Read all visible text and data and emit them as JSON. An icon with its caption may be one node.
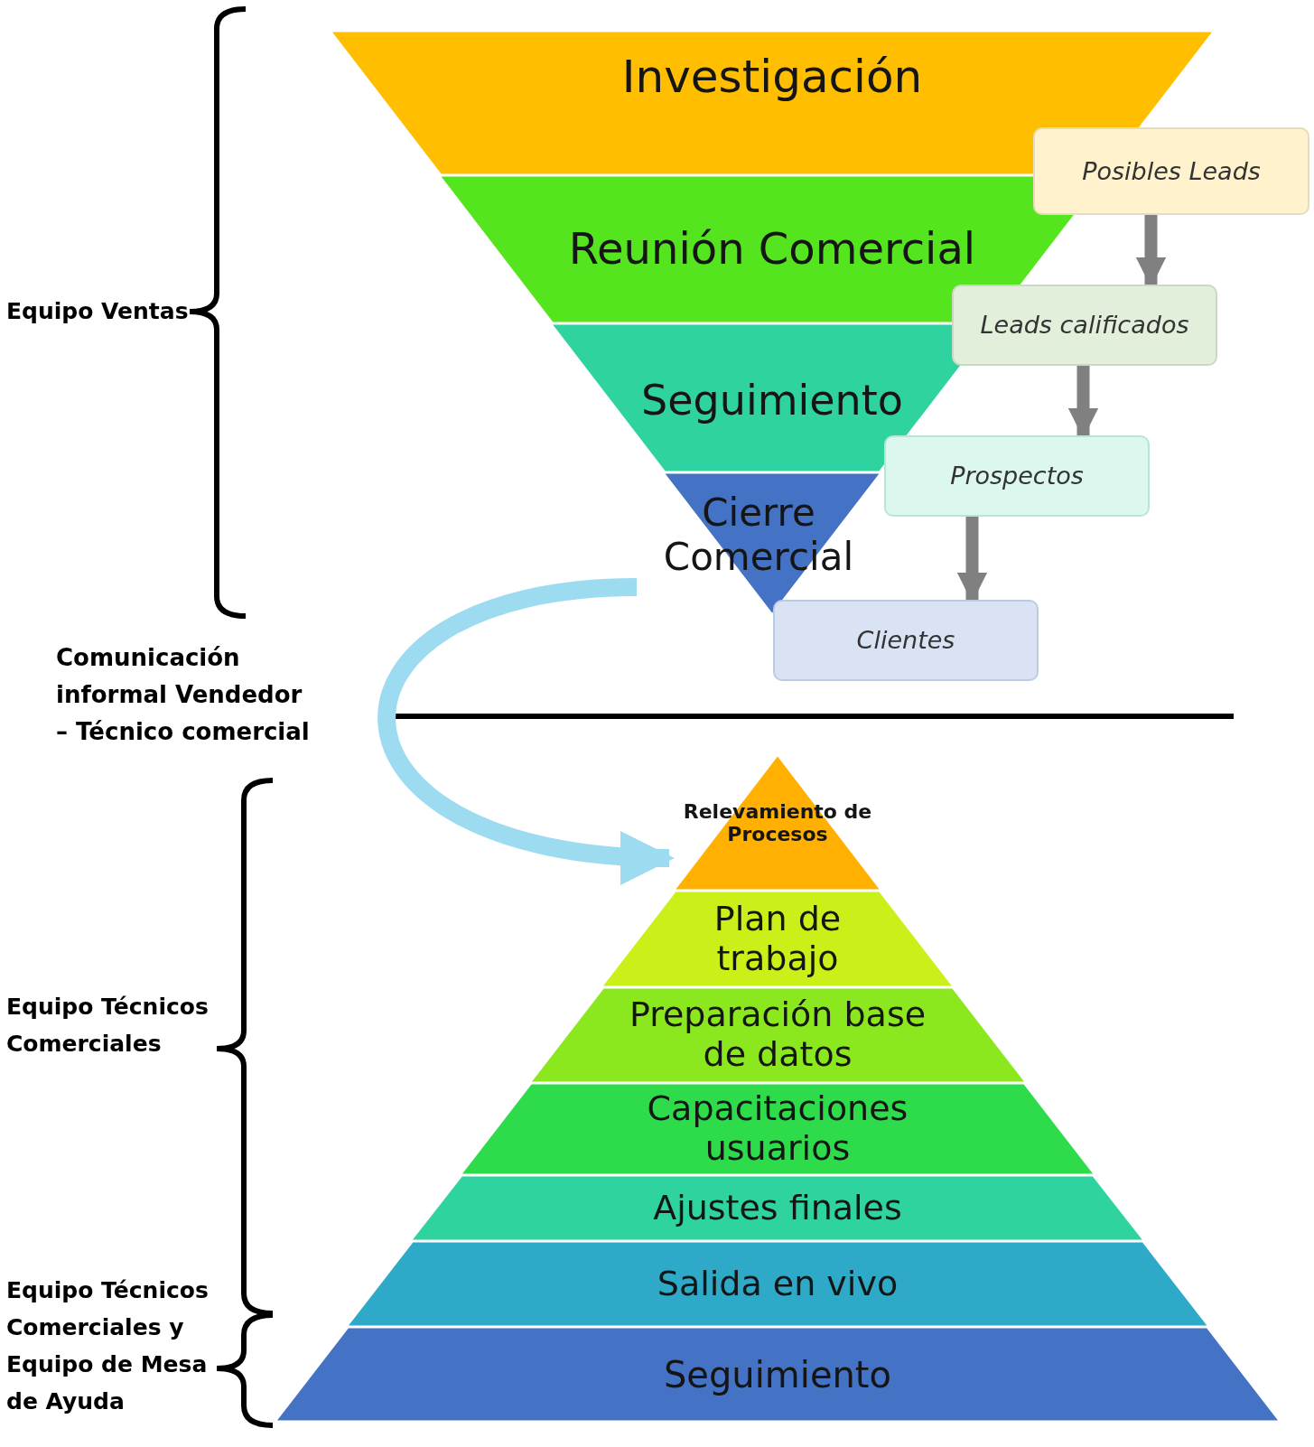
{
  "diagram": {
    "nodes": [
      {
        "text": [
          "Investigación"
        ]
      },
      {
        "text": [
          "Reunión Comercial"
        ]
      },
      {
        "text": [
          "Seguimiento"
        ]
      },
      {
        "text": [
          "Cierre Comercial"
        ]
      },
      {
        "text": [
          "Posibles Leads"
        ]
      },
      {
        "text": [
          "Leads calificados"
        ]
      },
      {
        "text": [
          "Prospectos"
        ]
      },
      {
        "text": [
          "Clientes"
        ]
      },
      {
        "text": [
          "Relevamiento de Procesos"
        ]
      },
      {
        "text": [
          "Plan de trabajo"
        ]
      },
      {
        "text": [
          "Preparación base de datos"
        ]
      },
      {
        "text": [
          "Capacitaciones usuarios"
        ]
      },
      {
        "text": [
          "Ajustes finales"
        ]
      },
      {
        "text": [
          "Salida en vivo"
        ]
      },
      {
        "text": [
          "Seguimiento"
        ]
      }
    ],
    "edges": [
      {
        "from": 4,
        "to": 5,
        "arrow": "to"
      },
      {
        "from": 5,
        "to": 6,
        "arrow": "to"
      },
      {
        "from": 6,
        "to": 7,
        "arrow": "to"
      },
      {
        "from": 3,
        "to": 8,
        "arrow": "to",
        "label": "Comunicación informal Vendedor – Técnico comercial",
        "color": "#9ddcf0"
      }
    ],
    "labels": [
      "Equipo Ventas",
      "Equipo Técnicos Comerciales",
      "Equipo Técnicos Comerciales y Equipo de Mesa de Ayuda"
    ]
  }
}
